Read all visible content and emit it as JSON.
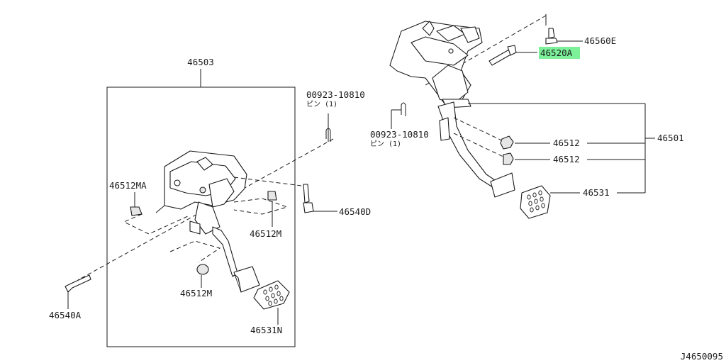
{
  "diagram": {
    "kit_box_label": "46503",
    "labels": {
      "pin_left_code": "00923-10810",
      "pin_left_sub": "ピン (1)",
      "pin_right_code": "00923-10810",
      "pin_right_sub": "ピン (1)",
      "part_46512MA": "46512MA",
      "part_46540D": "46540D",
      "part_46512M_a": "46512M",
      "part_46512M_b": "46512M",
      "part_46540A": "46540A",
      "part_46531N": "46531N",
      "part_46560E": "46560E",
      "part_46520A": "46520A",
      "part_46512_a": "46512",
      "part_46512_b": "46512",
      "part_46501": "46501",
      "part_46531": "46531"
    },
    "highlight_color": "#7df09a",
    "highlighted_part": "46520A",
    "diagram_code": "J4650095"
  }
}
